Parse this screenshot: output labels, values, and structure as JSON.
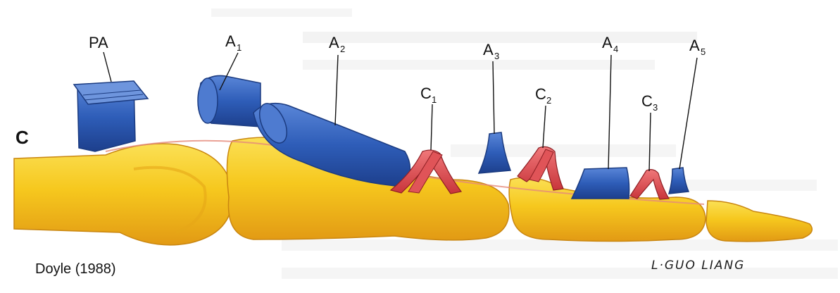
{
  "panel_letter": "C",
  "labels": {
    "PA": "PA",
    "A1": "A",
    "A1_sub": "1",
    "A2": "A",
    "A2_sub": "2",
    "A3": "A",
    "A3_sub": "3",
    "A4": "A",
    "A4_sub": "4",
    "A5": "A",
    "A5_sub": "5",
    "C1": "C",
    "C1_sub": "1",
    "C2": "C",
    "C2_sub": "2",
    "C3": "C",
    "C3_sub": "3"
  },
  "citation": "Doyle (1988)",
  "signature": "L·GUO LIANG",
  "colors": {
    "bone": "#F6C81E",
    "bone_shade": "#E09A12",
    "annular_pulley": "#2E5DB8",
    "cruciate_pulley": "#D8464A",
    "background": "#FFFFFF"
  }
}
